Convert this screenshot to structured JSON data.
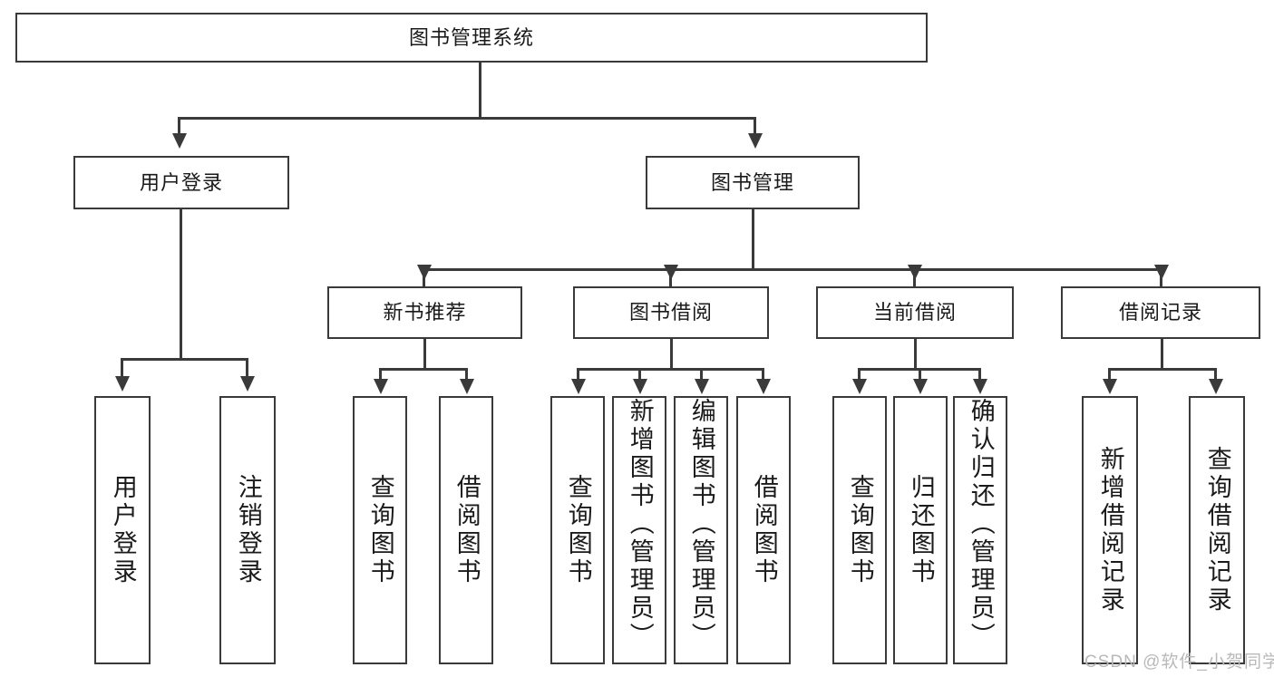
{
  "diagram": {
    "title": "图书管理系统",
    "type": "tree",
    "root": {
      "label": "图书管理系统"
    },
    "level2": [
      {
        "id": "user-login",
        "label": "用户登录"
      },
      {
        "id": "book-management",
        "label": "图书管理"
      }
    ],
    "level3": [
      {
        "id": "new-book-recommend",
        "label": "新书推荐",
        "parent": "book-management"
      },
      {
        "id": "book-borrow",
        "label": "图书借阅",
        "parent": "book-management"
      },
      {
        "id": "current-borrow",
        "label": "当前借阅",
        "parent": "book-management"
      },
      {
        "id": "borrow-record",
        "label": "借阅记录",
        "parent": "book-management"
      }
    ],
    "leaves": [
      {
        "id": "leaf-user-login",
        "label": "用户登录",
        "parent": "user-login"
      },
      {
        "id": "leaf-logout-login",
        "label": "注销登录",
        "parent": "user-login"
      },
      {
        "id": "leaf-query-book-1",
        "label": "查询图书",
        "parent": "new-book-recommend"
      },
      {
        "id": "leaf-borrow-book-1",
        "label": "借阅图书",
        "parent": "new-book-recommend"
      },
      {
        "id": "leaf-query-book-2",
        "label": "查询图书",
        "parent": "book-borrow"
      },
      {
        "id": "leaf-add-book-admin",
        "label": "新增图书（管理员）",
        "parent": "book-borrow"
      },
      {
        "id": "leaf-edit-book-admin",
        "label": "编辑图书（管理员）",
        "parent": "book-borrow"
      },
      {
        "id": "leaf-borrow-book-2",
        "label": "借阅图书",
        "parent": "book-borrow"
      },
      {
        "id": "leaf-query-book-3",
        "label": "查询图书",
        "parent": "current-borrow"
      },
      {
        "id": "leaf-return-book",
        "label": "归还图书",
        "parent": "current-borrow"
      },
      {
        "id": "leaf-confirm-return-admin",
        "label": "确认归还（管理员）",
        "parent": "current-borrow"
      },
      {
        "id": "leaf-add-borrow-record",
        "label": "新增借阅记录",
        "parent": "borrow-record"
      },
      {
        "id": "leaf-query-borrow-record",
        "label": "查询借阅记录",
        "parent": "borrow-record"
      }
    ],
    "watermark": "CSDN @软件_小贺同学",
    "colors": {
      "stroke": "#3a3a3a",
      "fill": "#ffffff",
      "text": "#1a1a1a",
      "watermark": "#b9b9b9"
    }
  }
}
